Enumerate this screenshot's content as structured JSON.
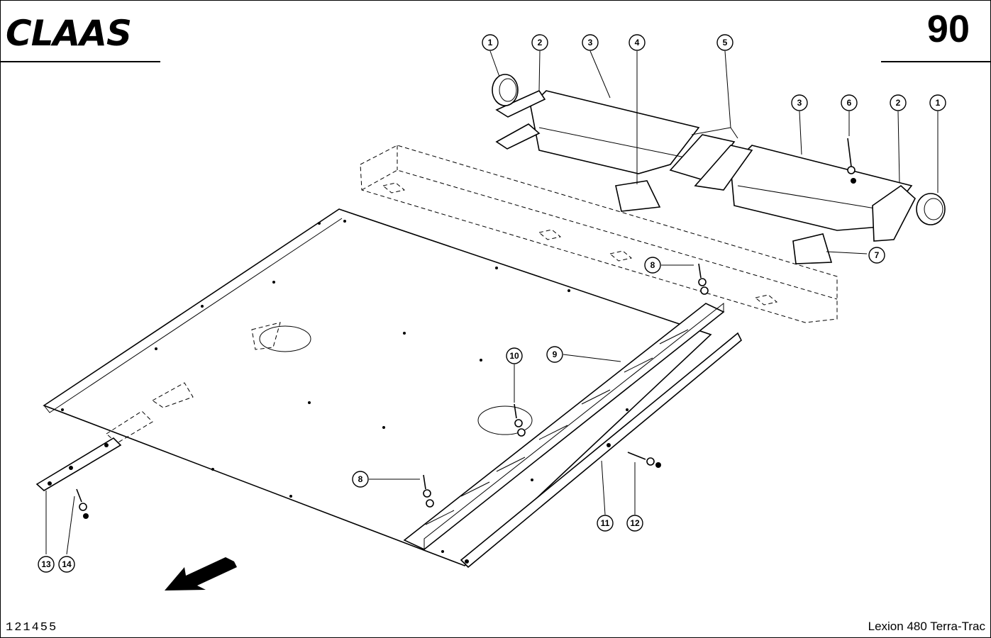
{
  "header": {
    "brand": "CLAAS",
    "page_number": "90"
  },
  "footer": {
    "drawing_number": "121455",
    "model": "Lexion 480 Terra-Trac"
  },
  "callouts": [
    {
      "id": "c1a",
      "label": "1"
    },
    {
      "id": "c2a",
      "label": "2"
    },
    {
      "id": "c3a",
      "label": "3"
    },
    {
      "id": "c4",
      "label": "4"
    },
    {
      "id": "c5",
      "label": "5"
    },
    {
      "id": "c3b",
      "label": "3"
    },
    {
      "id": "c6",
      "label": "6"
    },
    {
      "id": "c2b",
      "label": "2"
    },
    {
      "id": "c1b",
      "label": "1"
    },
    {
      "id": "c7",
      "label": "7"
    },
    {
      "id": "c8a",
      "label": "8"
    },
    {
      "id": "c9",
      "label": "9"
    },
    {
      "id": "c10",
      "label": "10"
    },
    {
      "id": "c8b",
      "label": "8"
    },
    {
      "id": "c11",
      "label": "11"
    },
    {
      "id": "c12",
      "label": "12"
    },
    {
      "id": "c13",
      "label": "13"
    },
    {
      "id": "c14",
      "label": "14"
    }
  ],
  "icons": {
    "direction_arrow": "forward-direction-arrow-icon"
  }
}
